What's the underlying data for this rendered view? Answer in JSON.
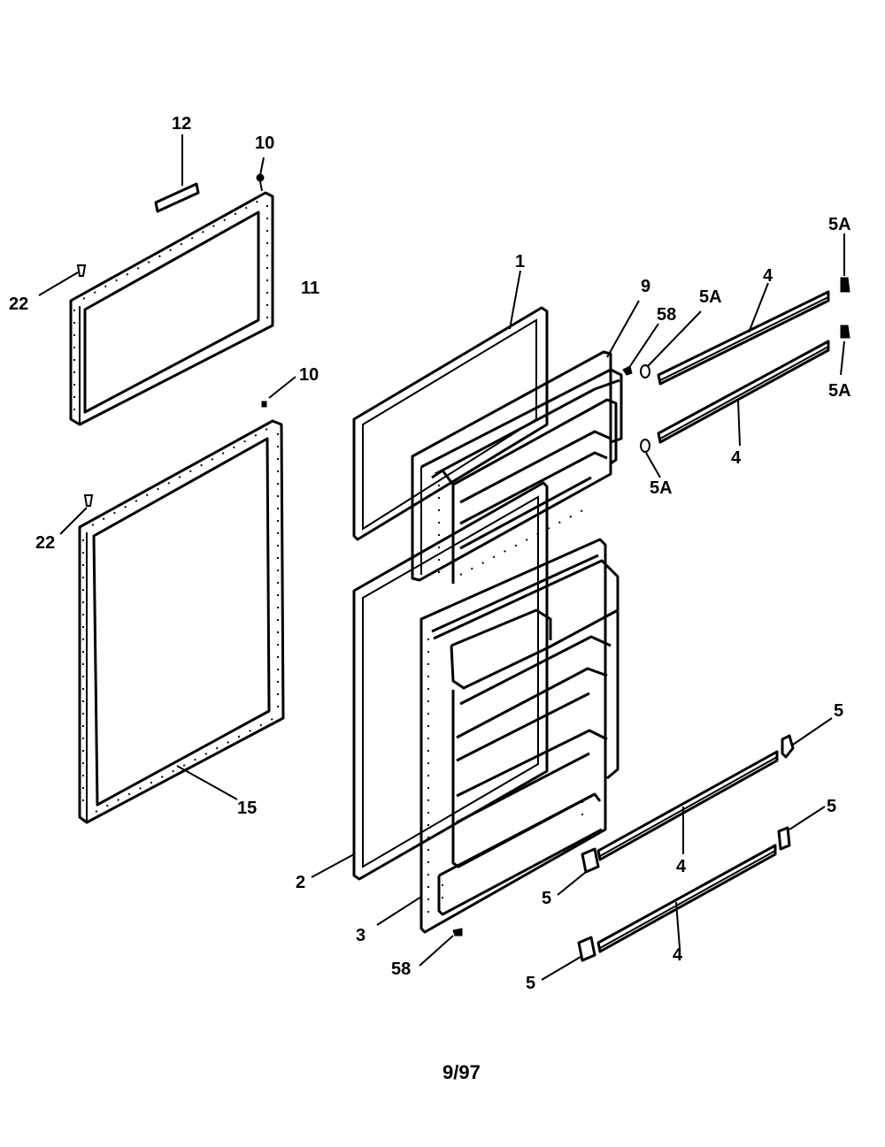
{
  "diagram": {
    "date_code": "9/97",
    "callouts": {
      "c12": "12",
      "c10a": "10",
      "c22a": "22",
      "c11": "11",
      "c10b": "10",
      "c22b": "22",
      "c15": "15",
      "c1": "1",
      "c9": "9",
      "c58a": "58",
      "c5Aa": "5A",
      "c4a": "4",
      "c5Ab": "5A",
      "c5Ac": "5A",
      "c4b": "4",
      "c5Ad": "5A",
      "c2": "2",
      "c3": "3",
      "c58b": "58",
      "c5a": "5",
      "c5b": "5",
      "c4c": "4",
      "c5c": "5",
      "c4d": "4",
      "c5d": "5"
    }
  }
}
